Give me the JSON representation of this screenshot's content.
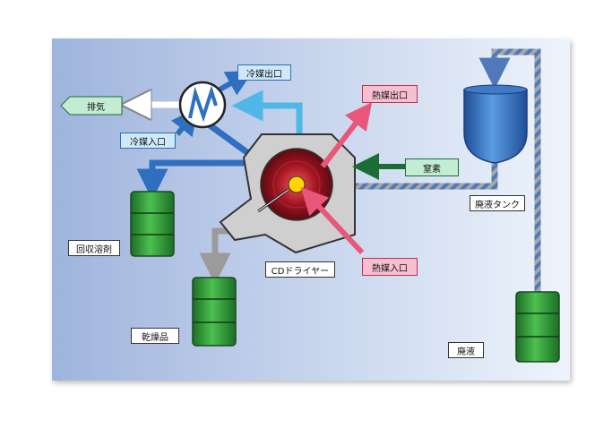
{
  "labels": {
    "exhaust": "排気",
    "coolant_out": "冷媒出口",
    "coolant_in": "冷媒入口",
    "recovered_solvent": "回収溶剤",
    "dried_product": "乾燥品",
    "cd_dryer": "CDドライヤー",
    "heat_medium_out": "熱媒出口",
    "heat_medium_in": "熱媒入口",
    "nitrogen": "窒素",
    "waste_tank": "廃液タンク",
    "waste_liquid": "廃液"
  },
  "colors": {
    "panel_gradient_left": "#9fb4dd",
    "panel_gradient_right": "#eef4fc",
    "coolant_blue": "#2f6fc0",
    "coolant_light": "#4fb8e6",
    "heat_pink": "#e8577a",
    "nitrogen_green": "#1a6e35",
    "drum_green": "#2f9b3a",
    "waste_stripe_blue": "#4f79b8",
    "waste_stripe_gray": "#a7a7a7",
    "dryer_body": "#bfbfbf",
    "dryer_core": "#7b0f1a",
    "product_gray": "#9b9b9b"
  },
  "icons": [
    "heat-exchanger-icon",
    "cd-dryer-icon",
    "waste-tank-icon",
    "drum-icon"
  ]
}
